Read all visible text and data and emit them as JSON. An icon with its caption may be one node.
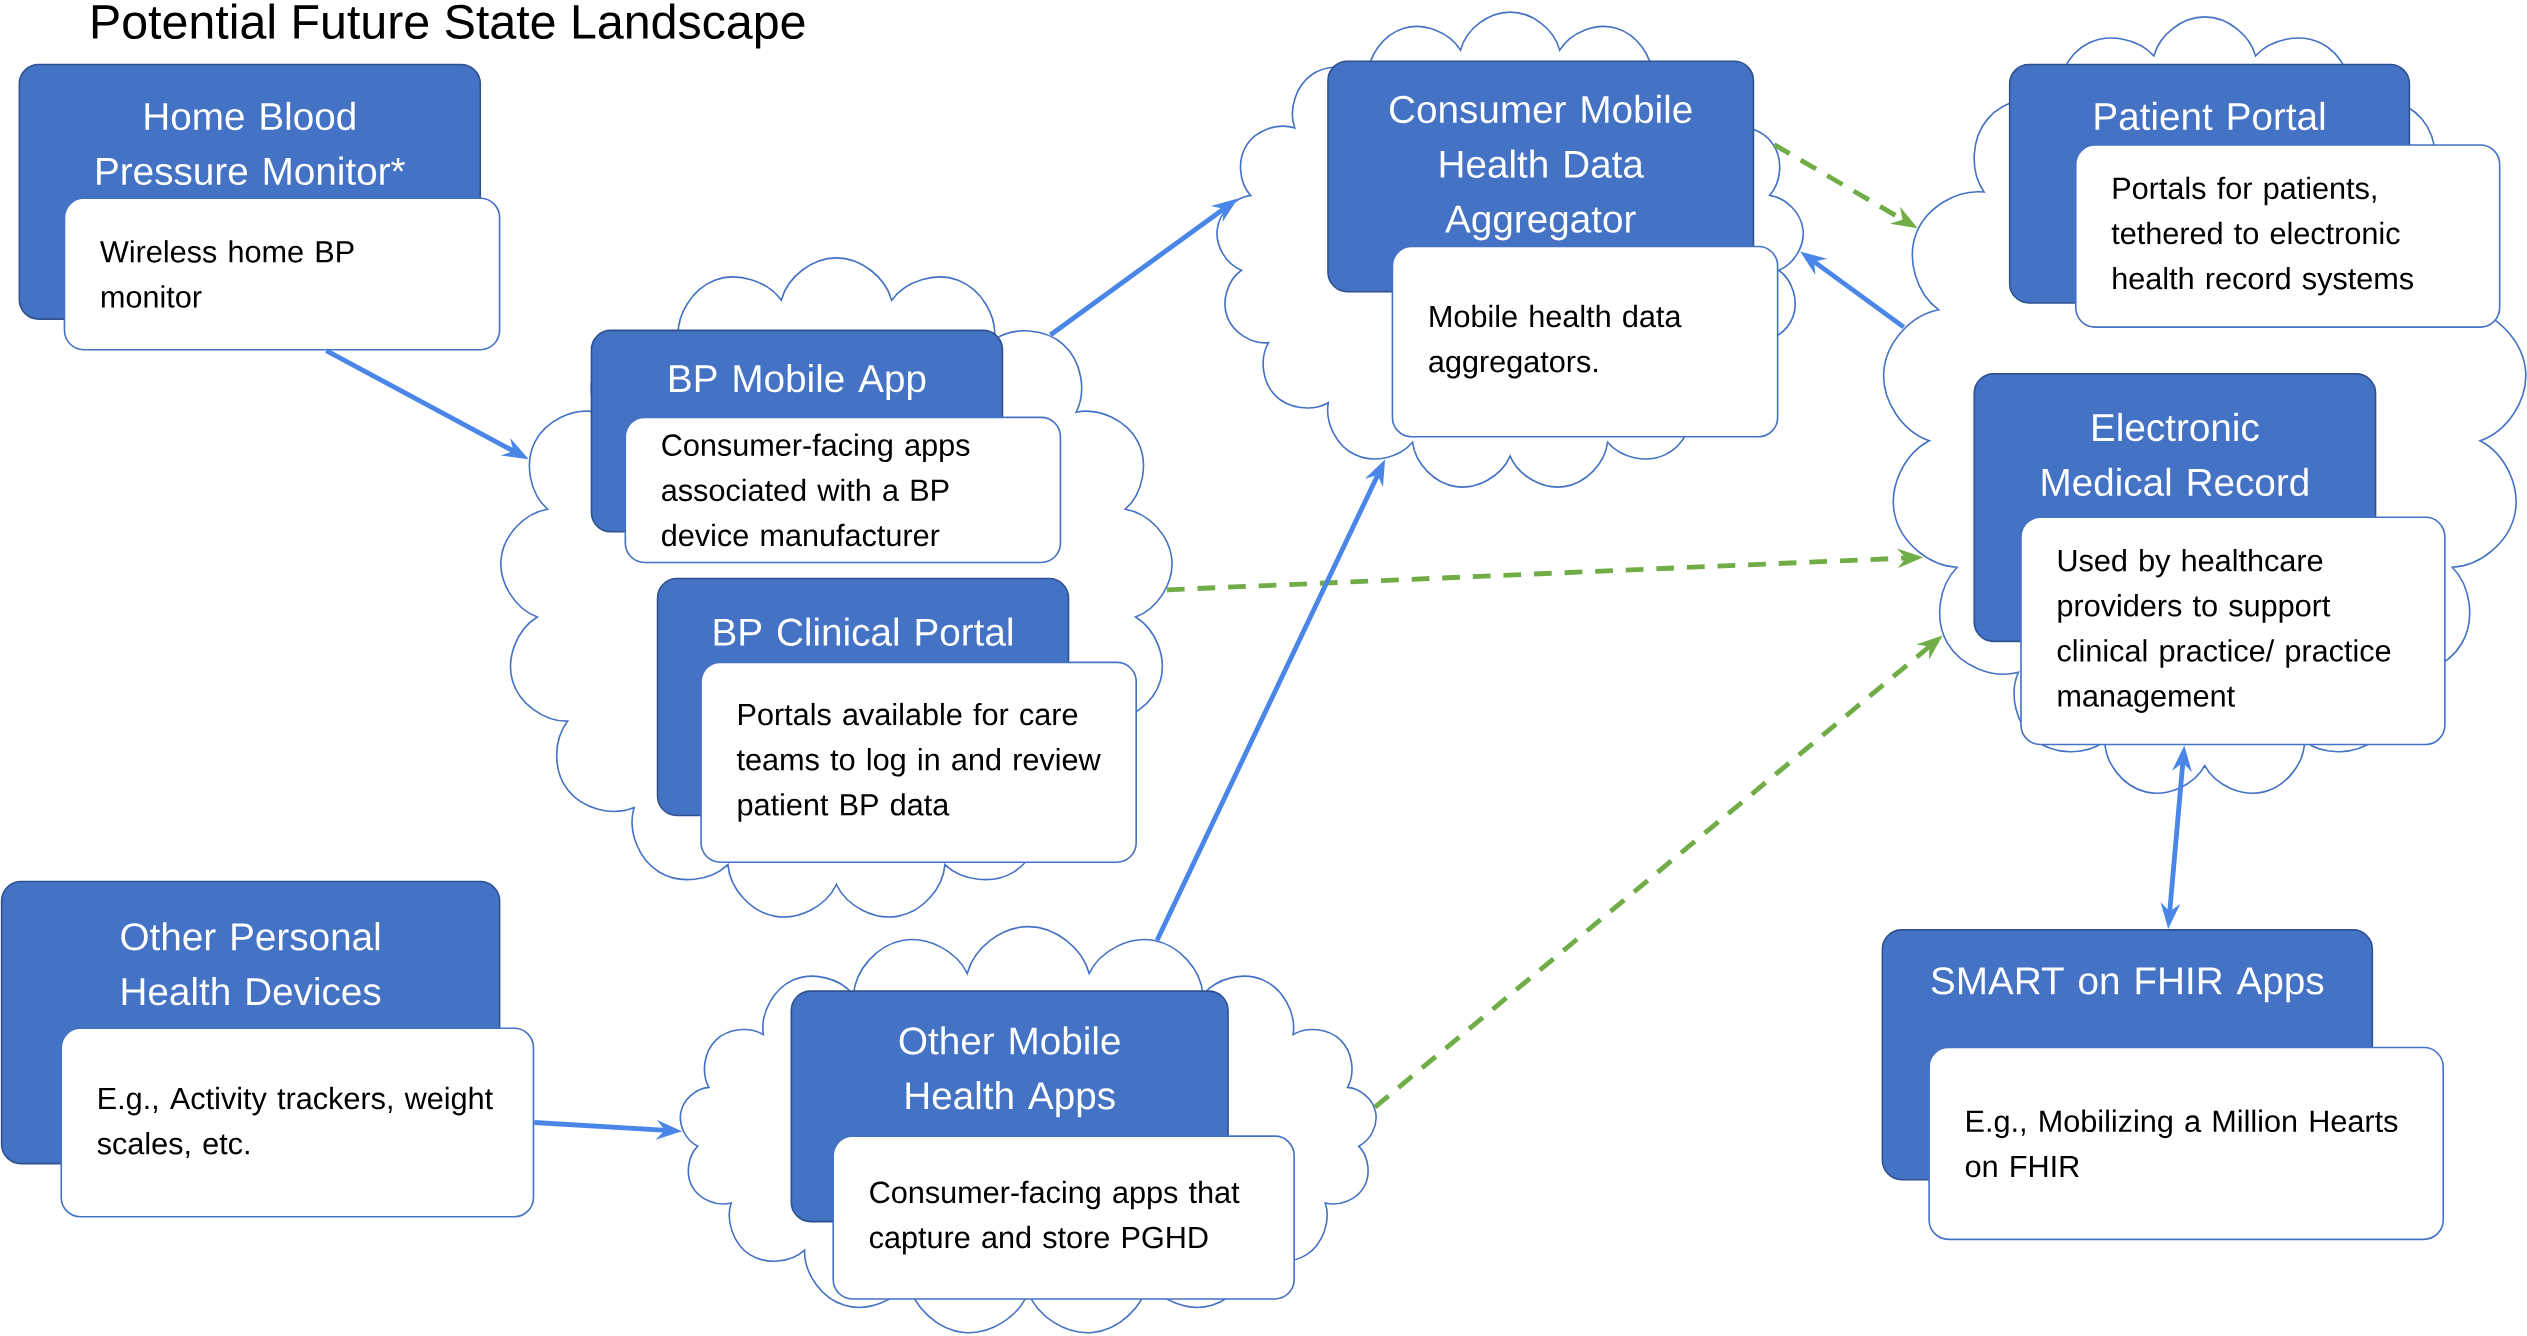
{
  "diagram": {
    "title": "Potential Future State Landscape",
    "nodes": [
      {
        "text": [
          "Home Blood Pressure Monitor*",
          "Wireless home BP monitor"
        ]
      },
      {
        "text": [],
        "shape": "cloud"
      },
      {
        "text": [
          "BP Mobile App",
          "Consumer-facing apps associated with a BP device manufacturer"
        ],
        "in": 1
      },
      {
        "text": [
          "BP Clinical Portal",
          "Portals available for care teams to log in and review patient BP data"
        ],
        "in": 1
      },
      {
        "text": [],
        "shape": "cloud"
      },
      {
        "text": [
          "Consumer Mobile Health Data Aggregator",
          "Mobile health data aggregators."
        ],
        "in": 4
      },
      {
        "text": [],
        "shape": "cloud"
      },
      {
        "text": [
          "Patient Portal",
          "Portals for patients, tethered to electronic health record systems"
        ],
        "in": 6
      },
      {
        "text": [
          "Electronic Medical Record",
          "Used by healthcare providers to support clinical practice/ practice management"
        ],
        "in": 6
      },
      {
        "text": [
          "Other Personal Health Devices",
          "E.g., Activity trackers, weight scales, etc."
        ]
      },
      {
        "text": [],
        "shape": "cloud"
      },
      {
        "text": [
          "Other Mobile Health Apps",
          "Consumer-facing apps that capture and store PGHD"
        ],
        "in": 10
      },
      {
        "text": [
          "SMART on FHIR Apps",
          "E.g., Mobilizing a Million Hearts on FHIR"
        ]
      }
    ],
    "edges": [
      {
        "from": 0,
        "to": 1,
        "arrow": "to"
      },
      {
        "from": 1,
        "to": 4,
        "arrow": "to"
      },
      {
        "from": 4,
        "to": 6,
        "arrow": "to",
        "style": "dashed",
        "color": "#70ad47"
      },
      {
        "from": 6,
        "to": 4,
        "arrow": "to"
      },
      {
        "from": 1,
        "to": 6,
        "arrow": "to",
        "style": "dashed",
        "color": "#70ad47"
      },
      {
        "from": 10,
        "to": 4,
        "arrow": "to"
      },
      {
        "from": 10,
        "to": 6,
        "arrow": "to",
        "style": "dashed",
        "color": "#70ad47"
      },
      {
        "from": 9,
        "to": 10,
        "arrow": "to"
      },
      {
        "from": 8,
        "to": 12,
        "arrow": "both"
      }
    ]
  }
}
